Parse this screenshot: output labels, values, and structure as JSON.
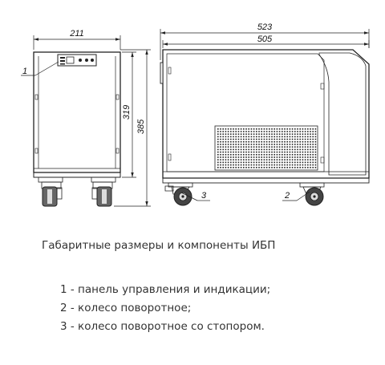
{
  "dimensions": {
    "front_width": "211",
    "front_height_inner": "319",
    "front_height_total": "385",
    "side_length_total": "523",
    "side_length_body": "505"
  },
  "callouts": {
    "control_panel": "1",
    "caster_wheel": "2",
    "caster_with_brake": "3"
  },
  "caption": "Габаритные размеры и компоненты ИБП",
  "legend": [
    "1 - панель управления и индикации;",
    "2 - колесо поворотное;",
    "3 - колесо поворотное со стопором."
  ]
}
